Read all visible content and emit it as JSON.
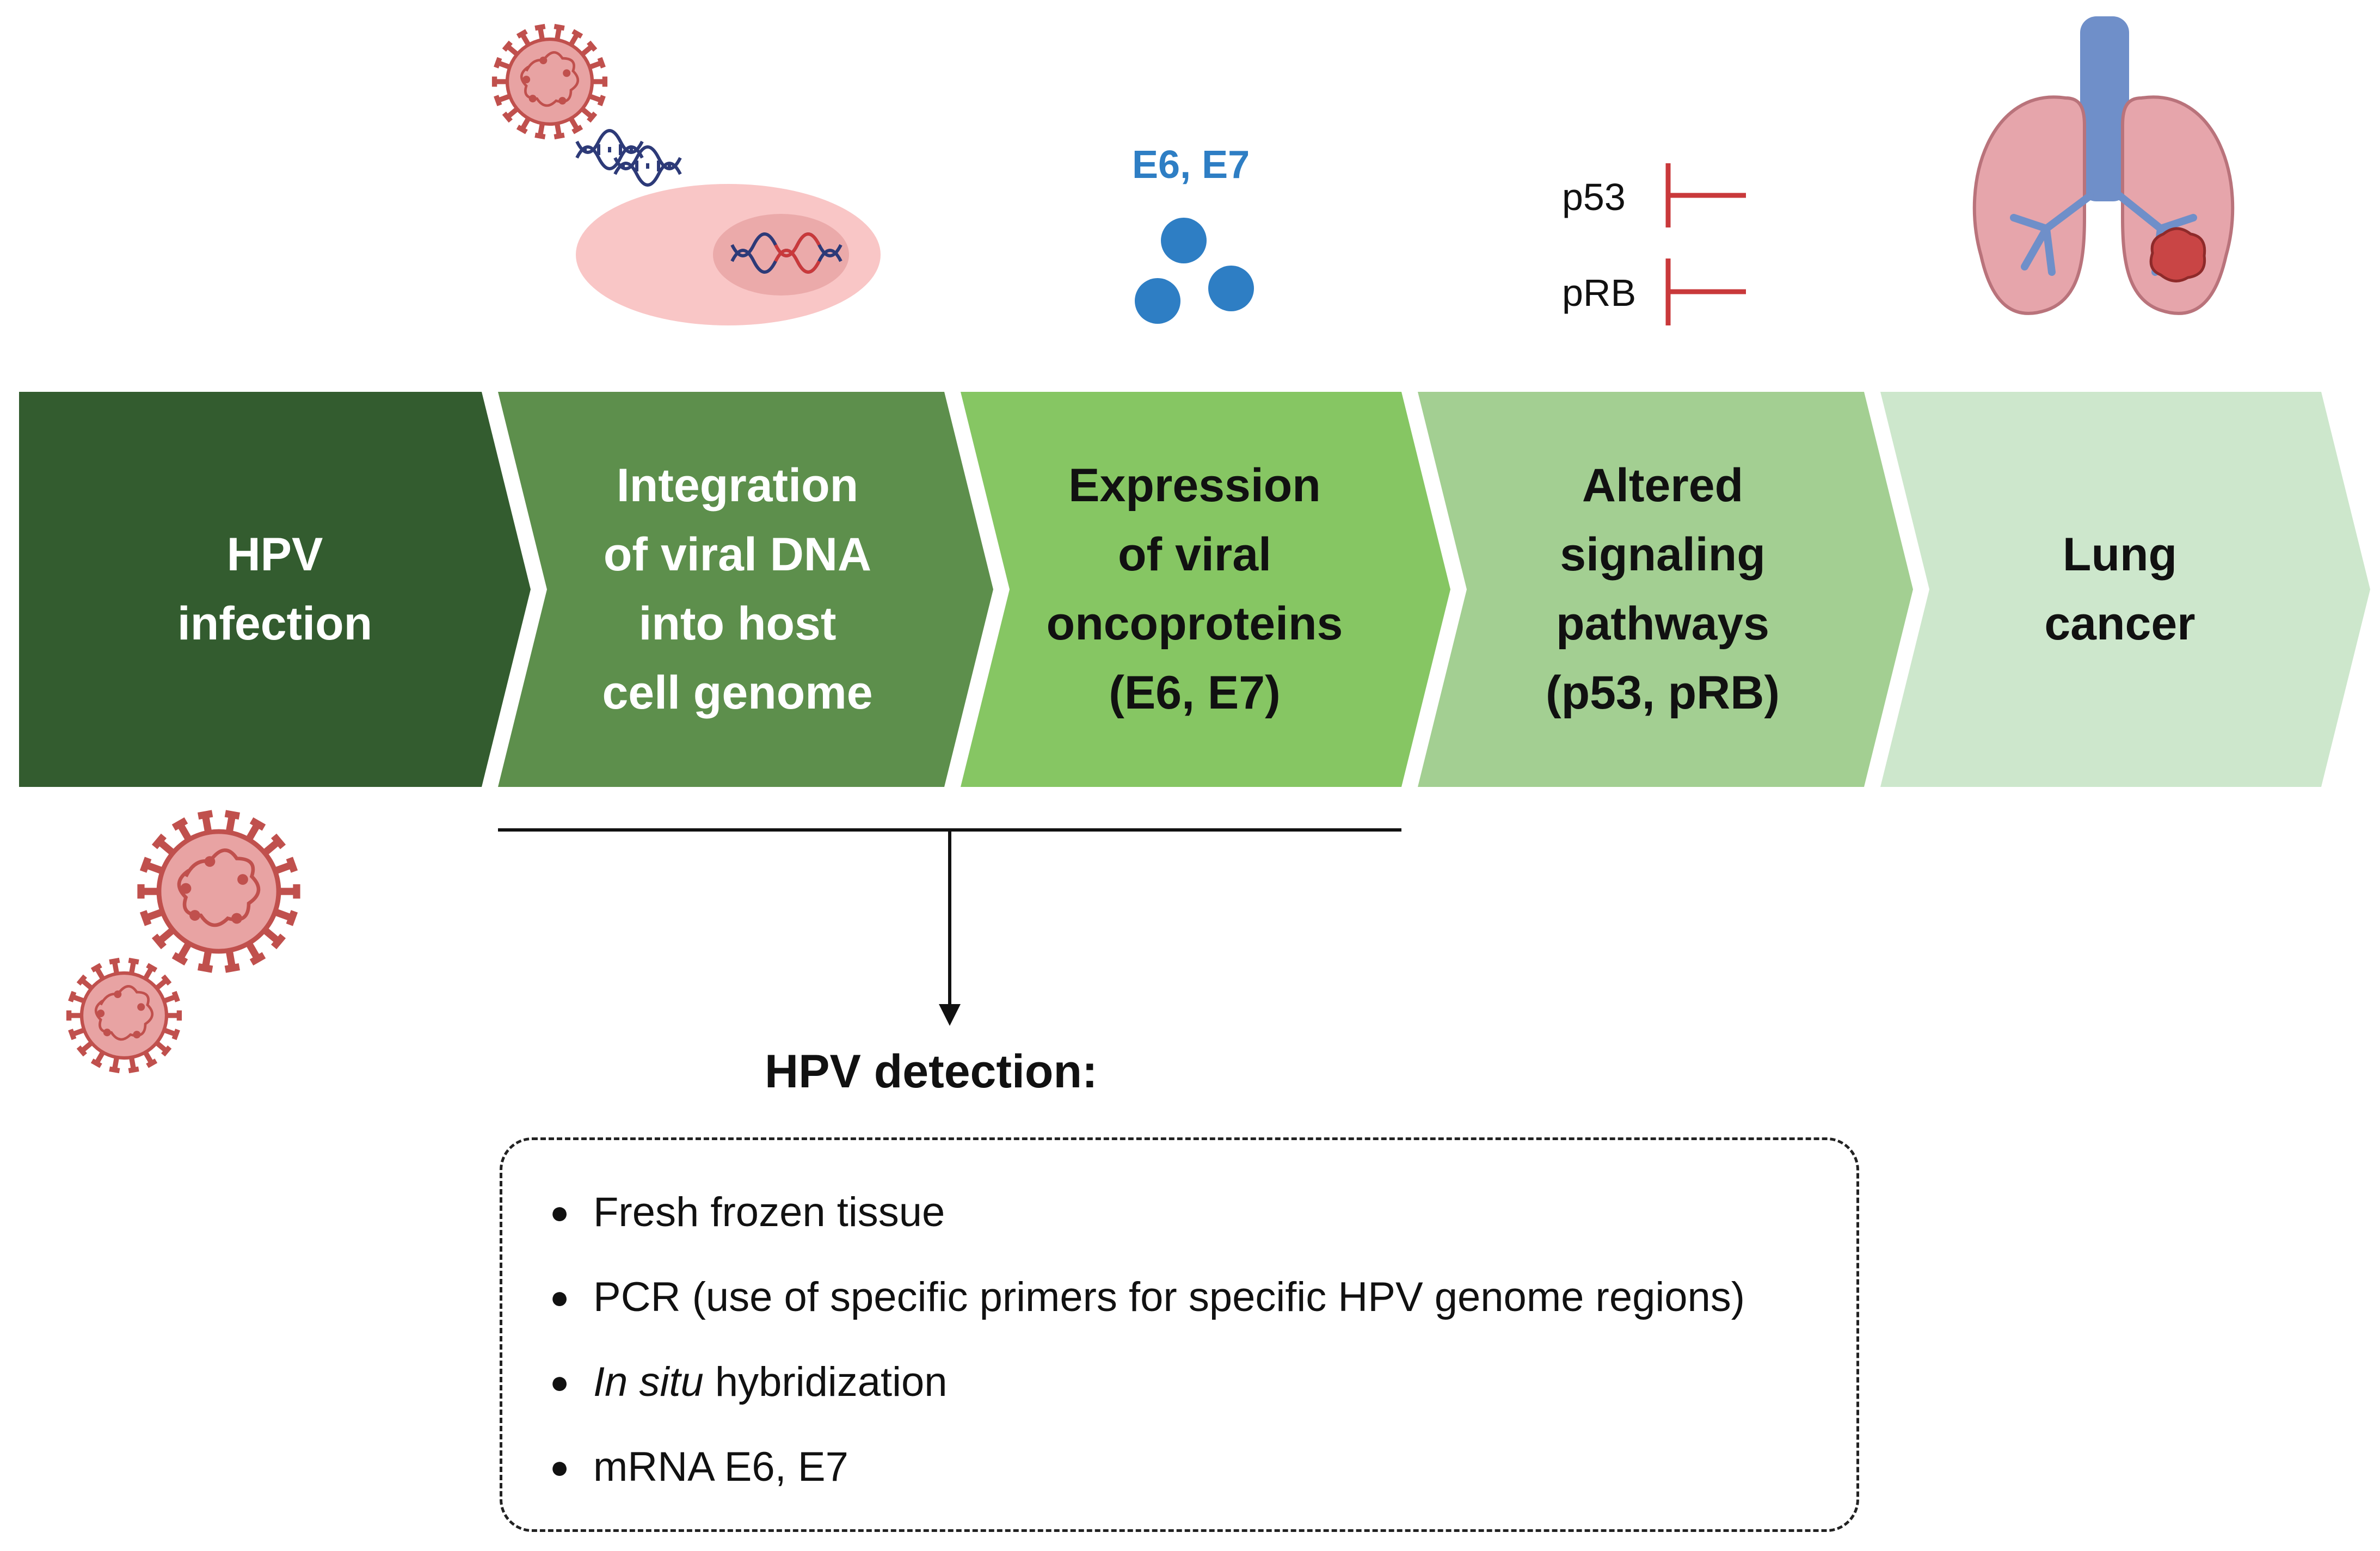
{
  "colors": {
    "stage1": "#335c2f",
    "stage2": "#5d8f4c",
    "stage3": "#86c663",
    "stage4": "#a3cf92",
    "stage5": "#cde7cc",
    "virus": "#e8a3a3",
    "virus_outline": "#c0504d",
    "cell": "#f9c6c6",
    "nucleus": "#ebaaaa",
    "oncoprotein": "#2e7ec4",
    "inhibition": "#c9393b",
    "lung": "#e6a5ab",
    "trachea": "#6f8fc9"
  },
  "stages": [
    {
      "lines": [
        "HPV",
        "infection"
      ]
    },
    {
      "lines": [
        "Integration",
        "of viral DNA",
        "into host",
        "cell genome"
      ]
    },
    {
      "lines": [
        "Expression",
        "of viral",
        "oncoproteins",
        "(E6, E7)"
      ]
    },
    {
      "lines": [
        "Altered",
        "signaling",
        "pathways",
        "(p53, pRB)"
      ]
    },
    {
      "lines": [
        "Lung",
        "cancer"
      ]
    }
  ],
  "oncoprotein_label": "E6, E7",
  "inhibition_labels": [
    "p53",
    "pRB"
  ],
  "detection": {
    "title": "HPV detection:",
    "items": [
      {
        "text": "Fresh frozen tissue"
      },
      {
        "text": "PCR (use of specific primers for specific HPV genome regions)"
      },
      {
        "italic": "In situ",
        "text": " hybridization"
      },
      {
        "text": "mRNA E6, E7"
      }
    ]
  },
  "icons": [
    "virus-icon",
    "dna-icon",
    "cell-icon",
    "protein-dot-icon",
    "inhibition-icon",
    "lungs-icon",
    "tumor-icon",
    "arrow-down-icon"
  ]
}
